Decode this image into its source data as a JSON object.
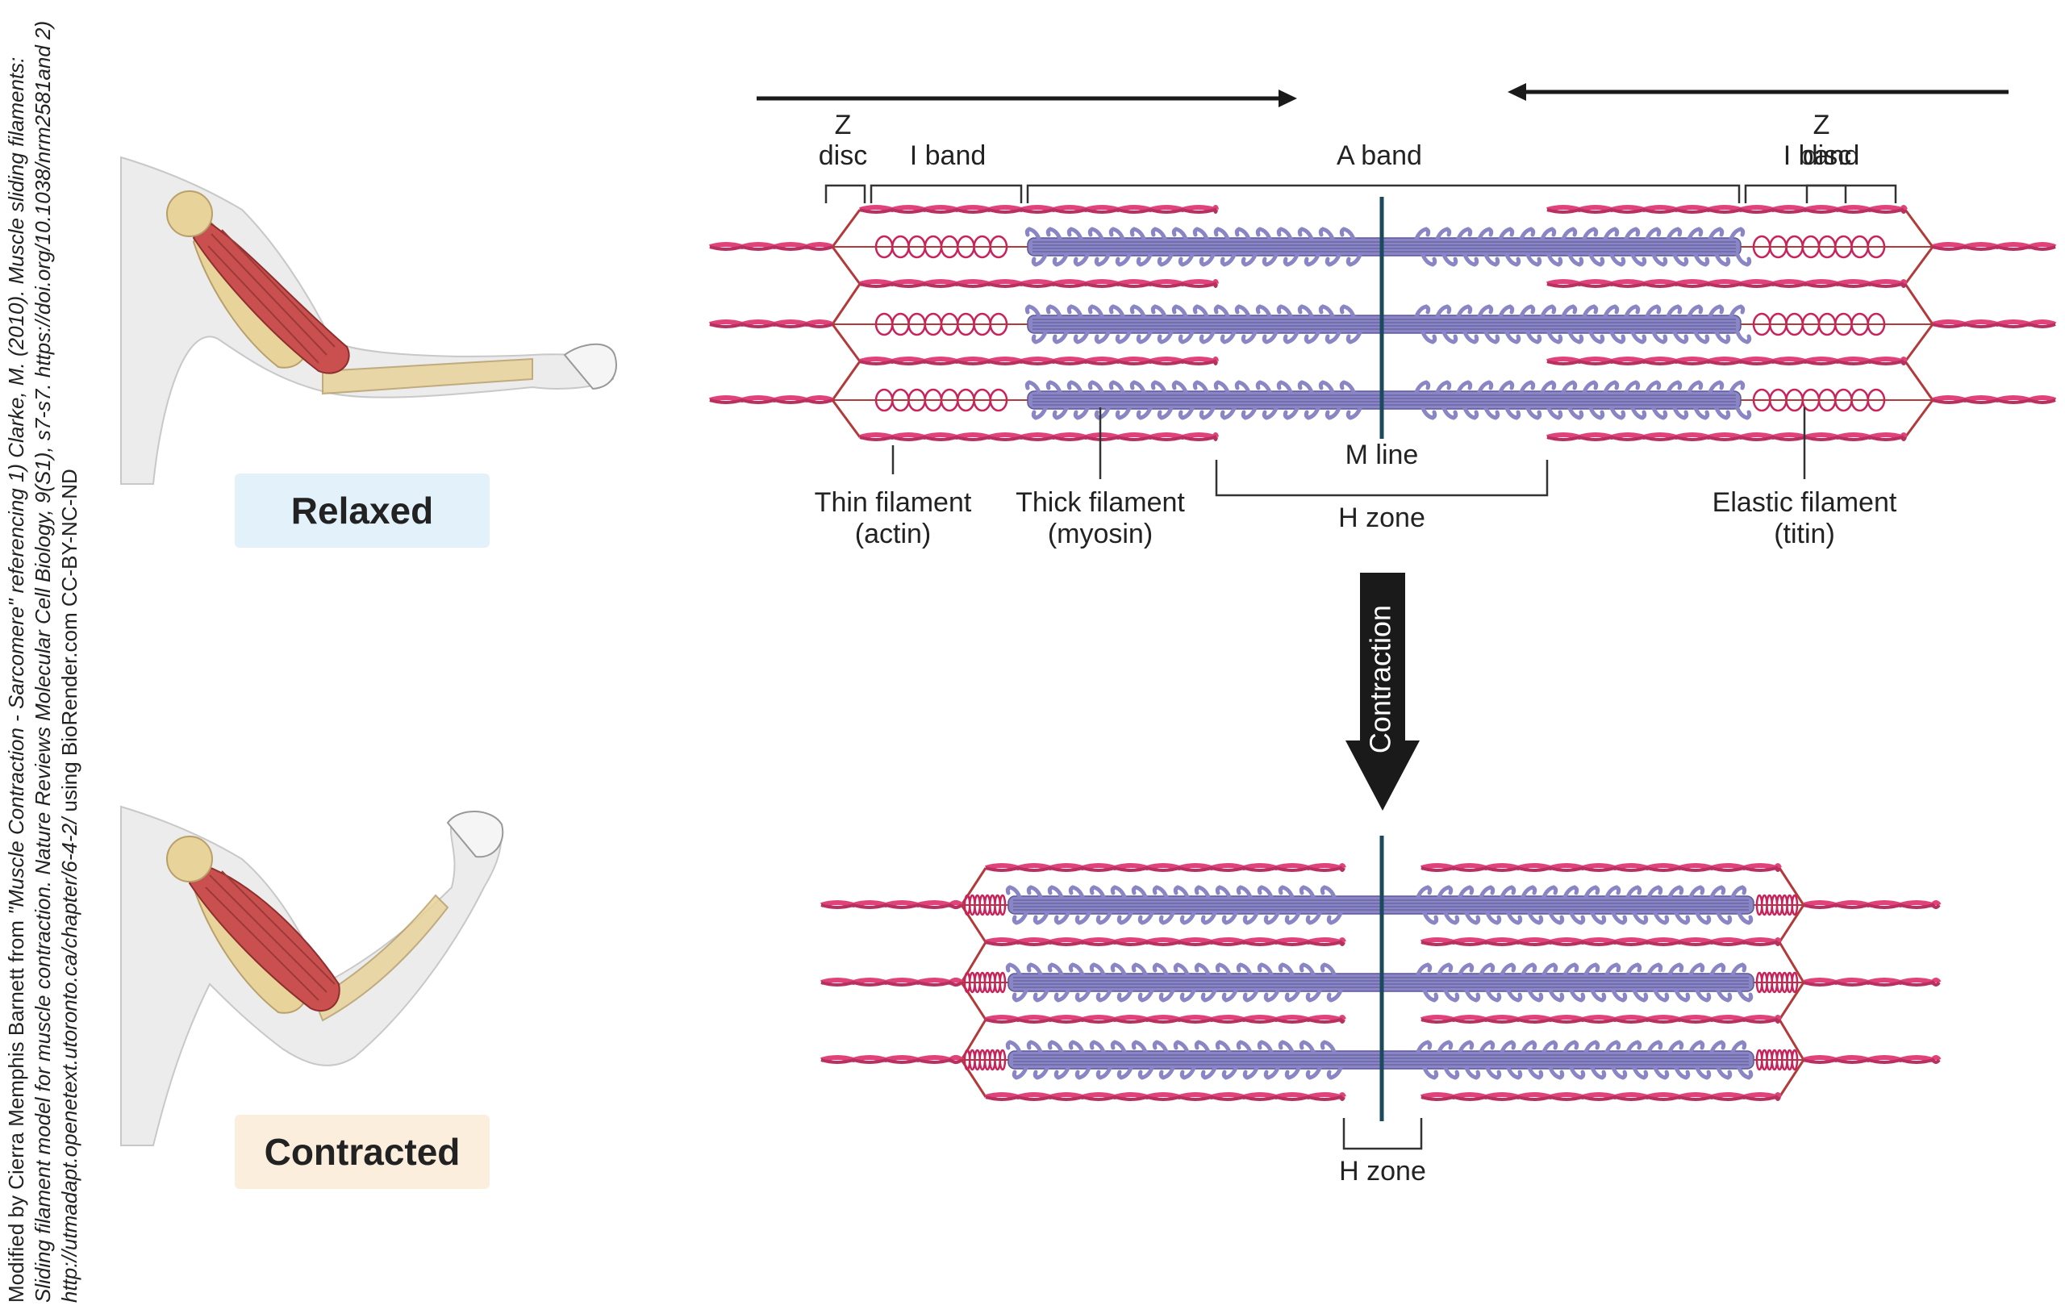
{
  "credit": {
    "author_prefix": "Modified by Cierra Memphis Barnett from ",
    "title_ref": "\"Muscle Contraction - Sarcomere\"",
    "referencing": " referencing 1) Clarke, M. (2010). Muscle sliding filaments: Sliding filament model for muscle contraction. Nature Reviews Molecular Cell Biology, 9(S1), s7-s7. https://doi.org/10.1038/nrm2581and 2) http://utmadapt.openetext.utoronto.ca/chapter/6-4-2/",
    "suffix": " using BioRender.com CC-BY-NC-ND"
  },
  "states": {
    "relaxed": "Relaxed",
    "contracted": "Contracted"
  },
  "labels": {
    "z_disc_left": [
      "Z",
      "disc"
    ],
    "z_disc_right": [
      "Z",
      "disc"
    ],
    "i_band_left": "I band",
    "i_band_right": "I band",
    "a_band": "A band",
    "m_line": "M line",
    "h_zone": "H zone",
    "thin_filament": [
      "Thin filament",
      "(actin)"
    ],
    "thick_filament": [
      "Thick filament",
      "(myosin)"
    ],
    "elastic_filament": [
      "Elastic filament",
      "(titin)"
    ],
    "contraction": "Contraction",
    "h_zone_contracted": "H zone"
  },
  "colors": {
    "actin": "#e0427a",
    "myosin": "#8a86c6",
    "myosin_dark": "#5b5797",
    "titin": "#c8245a",
    "z_line": "#b23a3a",
    "m_line": "#1b4a5c",
    "arrow": "#1a1a1a",
    "muscle": "#c9504e",
    "bone": "#e8d39a",
    "skin": "#ececec",
    "relaxed_bg": "#e3f1fb",
    "contracted_bg": "#fbeedd"
  }
}
